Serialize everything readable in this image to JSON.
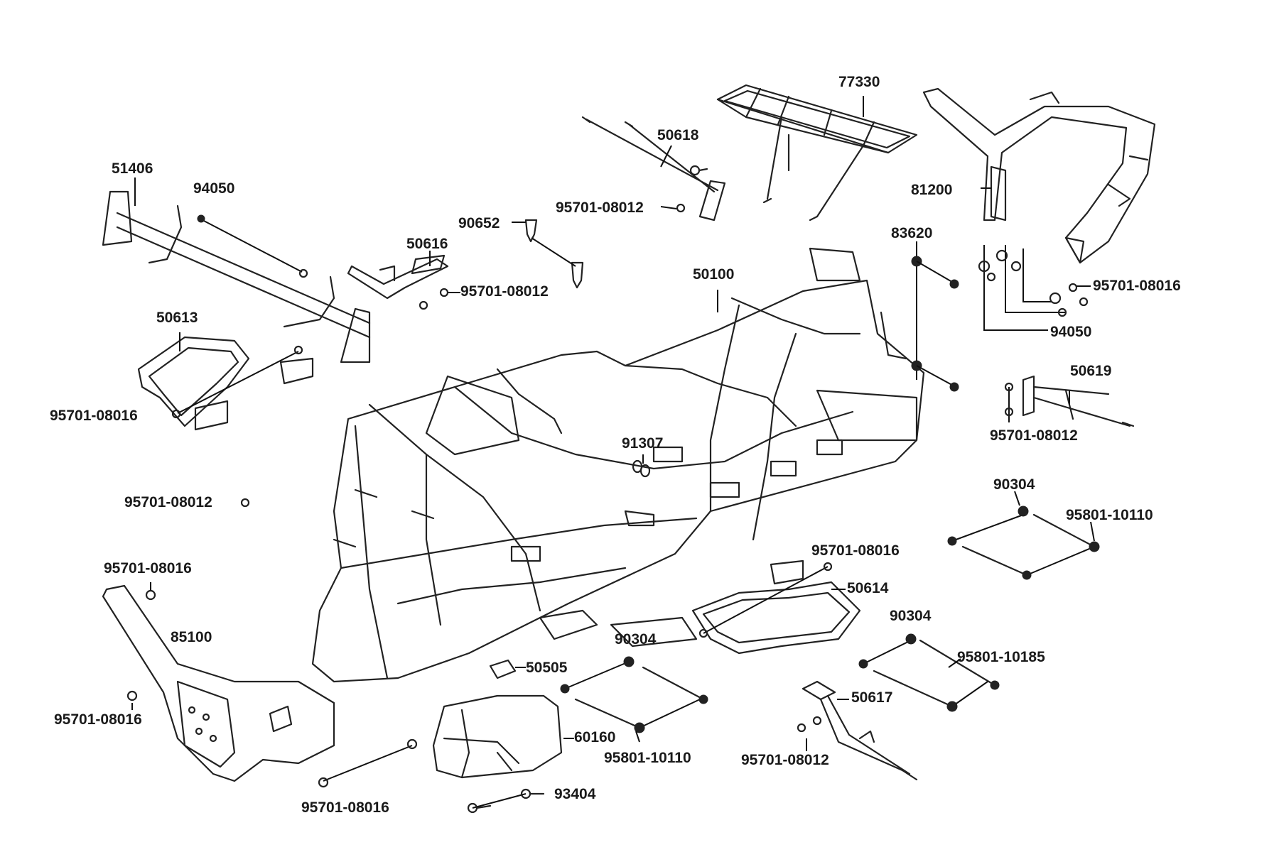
{
  "labels": [
    {
      "id": "77330",
      "text": "77330"
    },
    {
      "id": "50618",
      "text": "50618"
    },
    {
      "id": "81200",
      "text": "81200"
    },
    {
      "id": "51406",
      "text": "51406"
    },
    {
      "id": "94050a",
      "text": "94050"
    },
    {
      "id": "95701-08012a",
      "text": "95701-08012"
    },
    {
      "id": "90652",
      "text": "90652"
    },
    {
      "id": "50616",
      "text": "50616"
    },
    {
      "id": "95701-08012b",
      "text": "95701-08012"
    },
    {
      "id": "83620",
      "text": "83620"
    },
    {
      "id": "50100",
      "text": "50100"
    },
    {
      "id": "95701-08016a",
      "text": "95701-08016"
    },
    {
      "id": "50613",
      "text": "50613"
    },
    {
      "id": "94050b",
      "text": "94050"
    },
    {
      "id": "50619",
      "text": "50619"
    },
    {
      "id": "95701-08016b",
      "text": "95701-08016"
    },
    {
      "id": "95701-08012c",
      "text": "95701-08012"
    },
    {
      "id": "91307",
      "text": "91307"
    },
    {
      "id": "95701-08012d",
      "text": "95701-08012"
    },
    {
      "id": "90304a",
      "text": "90304"
    },
    {
      "id": "95801-10110a",
      "text": "95801-10110"
    },
    {
      "id": "95701-08016c",
      "text": "95701-08016"
    },
    {
      "id": "95701-08016d",
      "text": "95701-08016"
    },
    {
      "id": "50614",
      "text": "50614"
    },
    {
      "id": "85100",
      "text": "85100"
    },
    {
      "id": "90304b",
      "text": "90304"
    },
    {
      "id": "90304c",
      "text": "90304"
    },
    {
      "id": "95801-10185",
      "text": "95801-10185"
    },
    {
      "id": "50505",
      "text": "50505"
    },
    {
      "id": "50617",
      "text": "50617"
    },
    {
      "id": "95701-08016e",
      "text": "95701-08016"
    },
    {
      "id": "60160",
      "text": "60160"
    },
    {
      "id": "95801-10110b",
      "text": "95801-10110"
    },
    {
      "id": "95701-08012e",
      "text": "95701-08012"
    },
    {
      "id": "95701-08016f",
      "text": "95701-08016"
    },
    {
      "id": "93404",
      "text": "93404"
    }
  ]
}
